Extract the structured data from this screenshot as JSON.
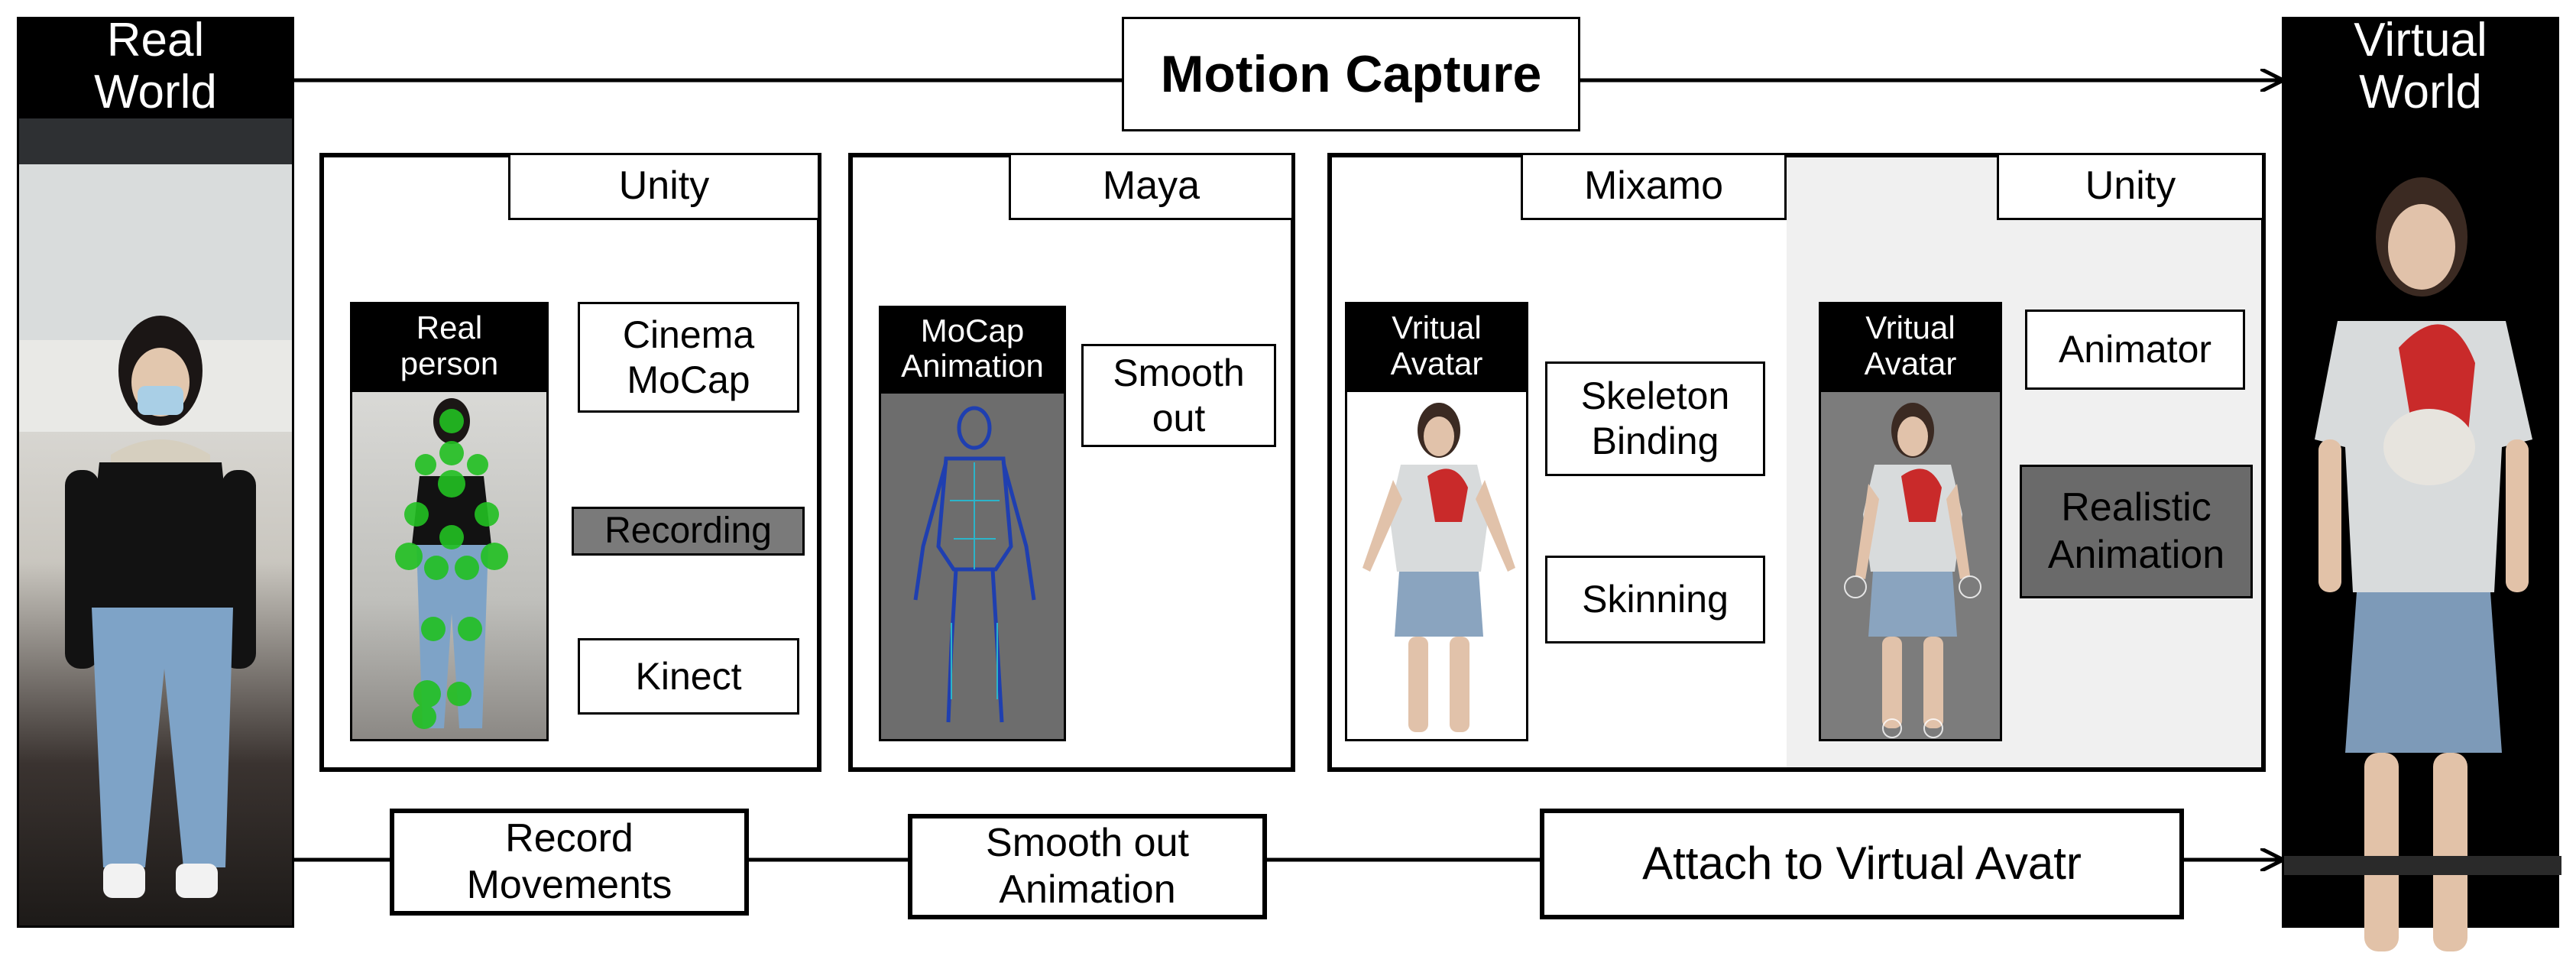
{
  "real_world": {
    "title": "Real\nWorld"
  },
  "virtual_world": {
    "title": "Virtual\nWorld"
  },
  "motion_capture": {
    "title": "Motion Capture"
  },
  "panel_unity_left": {
    "header": "Unity",
    "image_caption": "Real\nperson",
    "cinema_mocap": "Cinema\nMoCap",
    "recording": "Recording",
    "kinect": "Kinect"
  },
  "panel_maya": {
    "header": "Maya",
    "image_caption": "MoCap\nAnimation",
    "smooth_out": "Smooth\nout"
  },
  "panel_mixamo_unity": {
    "mixamo_header": "Mixamo",
    "unity_header": "Unity",
    "avatar_caption_left": "Vritual\nAvatar",
    "skeleton_binding": "Skeleton\nBinding",
    "skinning": "Skinning",
    "avatar_caption_right": "Vritual\nAvatar",
    "animator": "Animator",
    "realistic_animation": "Realistic\nAnimation"
  },
  "bottom_flow": {
    "record_movements": "Record\nMovements",
    "smooth_out_animation": "Smooth out\nAnimation",
    "attach_avatar": "Attach to Virtual Avatr"
  },
  "colors": {
    "joint_green": "#22c022",
    "mocap_bg": "#6d6d6d",
    "mesh_blue": "#1f3fb0",
    "recording_gray": "#7a7a7a",
    "realistic_gray": "#6a6a6a",
    "unity_panel_bg": "#f0f0f0"
  }
}
